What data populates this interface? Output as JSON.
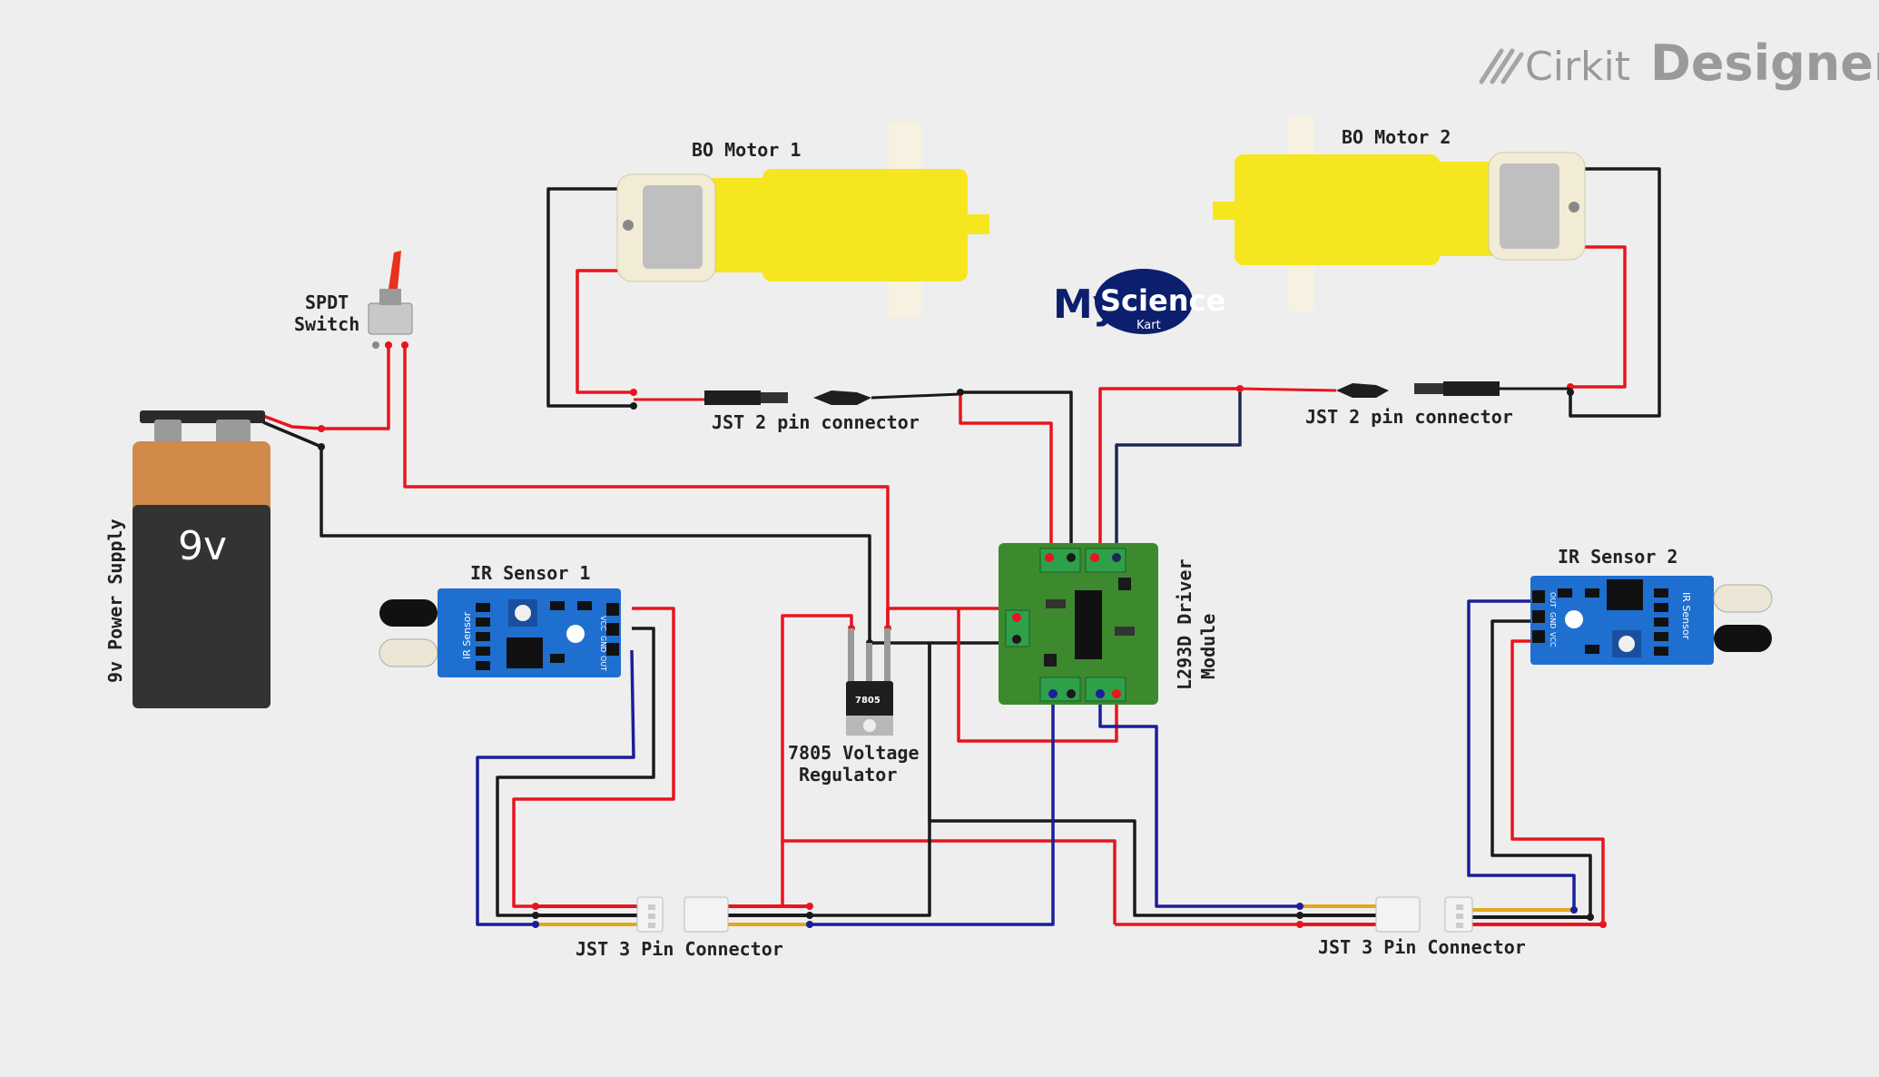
{
  "branding": {
    "cirkit": "Cirkit",
    "designer": "Designer",
    "logo_top": "My",
    "logo_main": "Science",
    "logo_sub": "Kart"
  },
  "components": {
    "battery": {
      "label": "9v Power Supply",
      "value": "9v"
    },
    "switch": {
      "line1": "SPDT",
      "line2": "Switch"
    },
    "motor1": {
      "label": "BO Motor 1"
    },
    "motor2": {
      "label": "BO Motor 2"
    },
    "jst2_left": {
      "label": "JST 2 pin connector"
    },
    "jst2_right": {
      "label": "JST 2 pin connector"
    },
    "ir1": {
      "label": "IR Sensor 1",
      "board_text": "IR Sensor",
      "pins": [
        "VCC",
        "GND",
        "OUT"
      ]
    },
    "ir2": {
      "label": "IR Sensor 2",
      "board_text": "IR Sensor",
      "pins": [
        "OUT",
        "GND",
        "VCC"
      ]
    },
    "regulator": {
      "line1": "7805 Voltage",
      "line2": "Regulator",
      "chip": "7805"
    },
    "driver": {
      "line1": "L293D Driver",
      "line2": "Module"
    },
    "jst3_left": {
      "label": "JST 3 Pin Connector"
    },
    "jst3_right": {
      "label": "JST 3 Pin Connector"
    }
  },
  "colors": {
    "red": "#e8141e",
    "black": "#1a1a1a",
    "blue": "#1a1f9a",
    "navy": "#1b2a55",
    "yellow": "#ffe81a",
    "sensor_blue": "#1e6fd0",
    "pcb_green": "#3d8a2e"
  }
}
